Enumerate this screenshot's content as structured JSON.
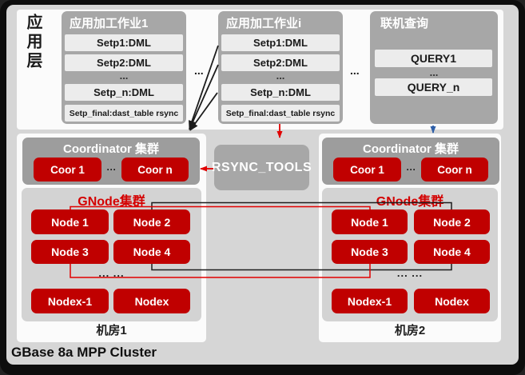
{
  "colors": {
    "node_red": "#c00000",
    "container_gray": "#a7a7a7",
    "coordinator_gray": "#9d9d9d",
    "row_light": "#ececec",
    "line_red": "#e10000",
    "line_black": "#1c1c1c",
    "arrow_blue": "#2e5fa8",
    "gnode_label_red": "#d40000"
  },
  "app_layer": {
    "label": "应用层",
    "job_boxes": [
      {
        "title": "应用加工作业1",
        "steps": [
          "Setp1:DML",
          "Setp2:DML",
          "...",
          "Setp_n:DML",
          "Setp_final:dast_table rsync"
        ]
      },
      {
        "title": "应用加工作业i",
        "steps": [
          "Setp1:DML",
          "Setp2:DML",
          "...",
          "Setp_n:DML",
          "Setp_final:dast_table rsync"
        ]
      }
    ],
    "ellipsis_1": "...",
    "ellipsis_2": "...",
    "query_box": {
      "title": "联机查询",
      "items": [
        "QUERY1",
        "...",
        "QUERY_n"
      ]
    }
  },
  "middleware": {
    "rsync_label": "RSYNC_TOOLS"
  },
  "rooms": [
    {
      "name": "机房1",
      "coordinator": {
        "title": "Coordinator 集群",
        "coor_left": "Coor 1",
        "ellipsis": "···",
        "coor_right": "Coor n"
      },
      "gnode": {
        "title": "GNode集群",
        "node_1": "Node 1",
        "node_2": "Node 2",
        "node_3": "Node 3",
        "node_4": "Node 4",
        "ellipsis": "... ...",
        "node_x1": "Nodex-1",
        "node_x": "Nodex"
      }
    },
    {
      "name": "机房2",
      "coordinator": {
        "title": "Coordinator 集群",
        "coor_left": "Coor 1",
        "ellipsis": "···",
        "coor_right": "Coor n"
      },
      "gnode": {
        "title": "GNode集群",
        "node_1": "Node 1",
        "node_2": "Node 2",
        "node_3": "Node 3",
        "node_4": "Node 4",
        "ellipsis": "... ...",
        "node_x1": "Nodex-1",
        "node_x": "Nodex"
      }
    }
  ],
  "footer": {
    "title": "GBase 8a MPP Cluster"
  }
}
